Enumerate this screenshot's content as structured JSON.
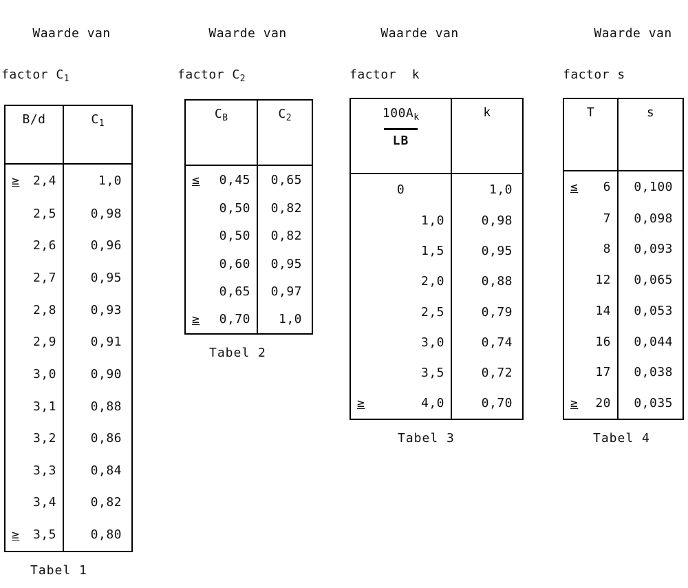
{
  "document": {
    "language": "nl",
    "captions": [
      {
        "line1": "Waarde van",
        "line2_prefix": "factor ",
        "line2_symbol": "C",
        "line2_subscript": "1"
      },
      {
        "line1": "Waarde van",
        "line2_prefix": "factor ",
        "line2_symbol": "C",
        "line2_subscript": "2"
      },
      {
        "line1": "Waarde van",
        "line2_prefix": "factor  ",
        "line2_symbol": "k",
        "line2_subscript": ""
      },
      {
        "line1": "Waarde van",
        "line2_prefix": "factor ",
        "line2_symbol": "s",
        "line2_subscript": ""
      }
    ]
  },
  "tables": [
    {
      "id": "tabel-1",
      "label": "Tabel 1",
      "headers": [
        {
          "text": "B/d",
          "subscript": ""
        },
        {
          "text": "C",
          "subscript": "1"
        }
      ],
      "rows": [
        {
          "op": "≥",
          "op_space": "",
          "key": "2,4",
          "value": "1,0"
        },
        {
          "op": "",
          "op_space": "",
          "key": "2,5",
          "value": "0,98"
        },
        {
          "op": "",
          "op_space": "",
          "key": "2,6",
          "value": "0,96"
        },
        {
          "op": "",
          "op_space": "",
          "key": "2,7",
          "value": "0,95"
        },
        {
          "op": "",
          "op_space": "",
          "key": "2,8",
          "value": "0,93"
        },
        {
          "op": "",
          "op_space": "",
          "key": "2,9",
          "value": "0,91"
        },
        {
          "op": "",
          "op_space": "",
          "key": "3,0",
          "value": "0,90"
        },
        {
          "op": "",
          "op_space": "",
          "key": "3,1",
          "value": "0,88"
        },
        {
          "op": "",
          "op_space": "",
          "key": "3,2",
          "value": "0,86"
        },
        {
          "op": "",
          "op_space": "",
          "key": "3,3",
          "value": "0,84"
        },
        {
          "op": "",
          "op_space": "",
          "key": "3,4",
          "value": "0,82"
        },
        {
          "op": "≥",
          "op_space": "",
          "key": "3,5",
          "value": "0,80"
        }
      ]
    },
    {
      "id": "tabel-2",
      "label": "Tabel 2",
      "headers": [
        {
          "text": "C",
          "subscript": "B"
        },
        {
          "text": "C",
          "subscript": "2"
        }
      ],
      "rows": [
        {
          "op": "≤",
          "op_space": "",
          "key": "0,45",
          "value": "0,65"
        },
        {
          "op": "",
          "op_space": "",
          "key": "0,50",
          "value": "0,82"
        },
        {
          "op": "",
          "op_space": "",
          "key": "0,50",
          "value": "0,82"
        },
        {
          "op": "",
          "op_space": "",
          "key": "0,60",
          "value": "0,95"
        },
        {
          "op": "",
          "op_space": "",
          "key": "0,65",
          "value": "0,97"
        },
        {
          "op": "≥",
          "op_space": "",
          "key": "0,70",
          "value": "1,0"
        }
      ]
    },
    {
      "id": "tabel-3",
      "label": "Tabel 3",
      "headers": [
        {
          "text": "",
          "subscript": "",
          "fraction": {
            "numerator": "100A",
            "numerator_subscript": "k",
            "denominator": "LB"
          }
        },
        {
          "text": "k",
          "subscript": ""
        }
      ],
      "rows": [
        {
          "op": "",
          "op_space": "",
          "key": "0",
          "value": "1,0",
          "center": true
        },
        {
          "op": "",
          "op_space": "",
          "key": "1,0",
          "value": "0,98"
        },
        {
          "op": "",
          "op_space": "",
          "key": "1,5",
          "value": "0,95"
        },
        {
          "op": "",
          "op_space": "",
          "key": "2,0",
          "value": "0,88"
        },
        {
          "op": "",
          "op_space": "",
          "key": "2,5",
          "value": "0,79"
        },
        {
          "op": "",
          "op_space": "",
          "key": "3,0",
          "value": "0,74"
        },
        {
          "op": "",
          "op_space": "",
          "key": "3,5",
          "value": "0,72"
        },
        {
          "op": "≥",
          "op_space": " ",
          "key": "4,0",
          "value": "0,70"
        }
      ]
    },
    {
      "id": "tabel-4",
      "label": "Tabel 4",
      "headers": [
        {
          "text": "T",
          "subscript": ""
        },
        {
          "text": "s",
          "subscript": ""
        }
      ],
      "rows": [
        {
          "op": "≤",
          "op_space": " ",
          "key": "6",
          "value": "0,100"
        },
        {
          "op": "",
          "op_space": "",
          "key": "7",
          "value": "0,098"
        },
        {
          "op": "",
          "op_space": "",
          "key": "8",
          "value": "0,093"
        },
        {
          "op": "",
          "op_space": "",
          "key": "12",
          "value": "0,065"
        },
        {
          "op": "",
          "op_space": "",
          "key": "14",
          "value": "0,053"
        },
        {
          "op": "",
          "op_space": "",
          "key": "16",
          "value": "0,044"
        },
        {
          "op": "",
          "op_space": "",
          "key": "17",
          "value": "0,038"
        },
        {
          "op": "≥",
          "op_space": "",
          "key": "20",
          "value": "0,035"
        }
      ]
    }
  ]
}
